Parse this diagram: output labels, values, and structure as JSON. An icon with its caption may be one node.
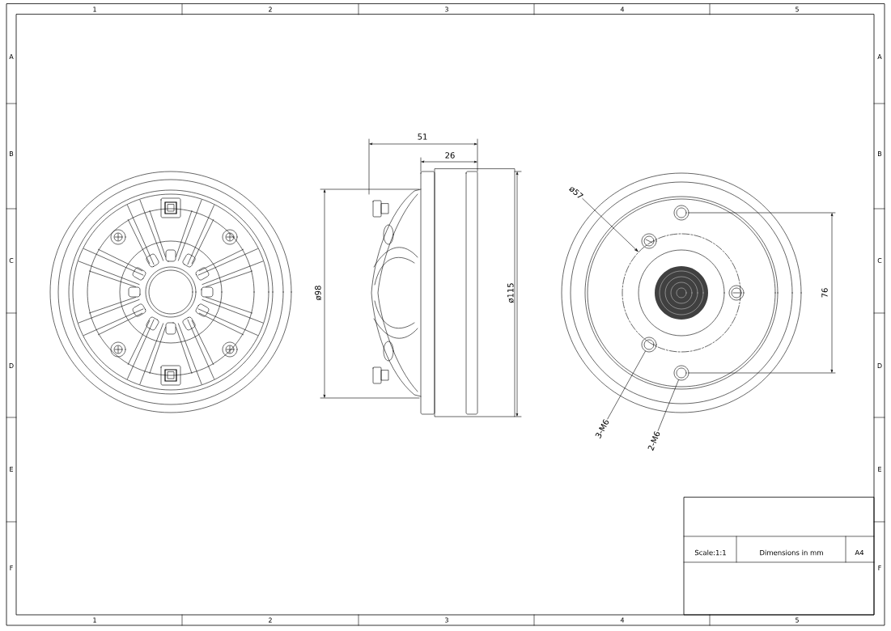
{
  "diagram": {
    "nodes": [
      {
        "text": [
          "ø57"
        ]
      },
      {
        "text": [],
        "shape": "circle"
      },
      {
        "text": [
          "3-M6"
        ]
      },
      {
        "text": [],
        "shape": "circle"
      },
      {
        "text": [
          "2-M6"
        ]
      },
      {
        "text": [],
        "shape": "circle"
      }
    ],
    "edges": [
      {
        "from": 0,
        "to": 1,
        "arrow": "to"
      },
      {
        "from": 2,
        "to": 3,
        "arrow": "none"
      },
      {
        "from": 4,
        "to": 5,
        "arrow": "none"
      }
    ],
    "labels": [
      "1",
      "2",
      "3",
      "4",
      "5",
      "A",
      "B",
      "C",
      "D",
      "E",
      "F",
      "A",
      "B",
      "C",
      "D",
      "E",
      "F",
      "1",
      "2",
      "3",
      "4",
      "5",
      "51",
      "26",
      "ø98",
      "ø115",
      "76",
      "Scale:1:1",
      "Dimensions in mm",
      "A4"
    ]
  }
}
